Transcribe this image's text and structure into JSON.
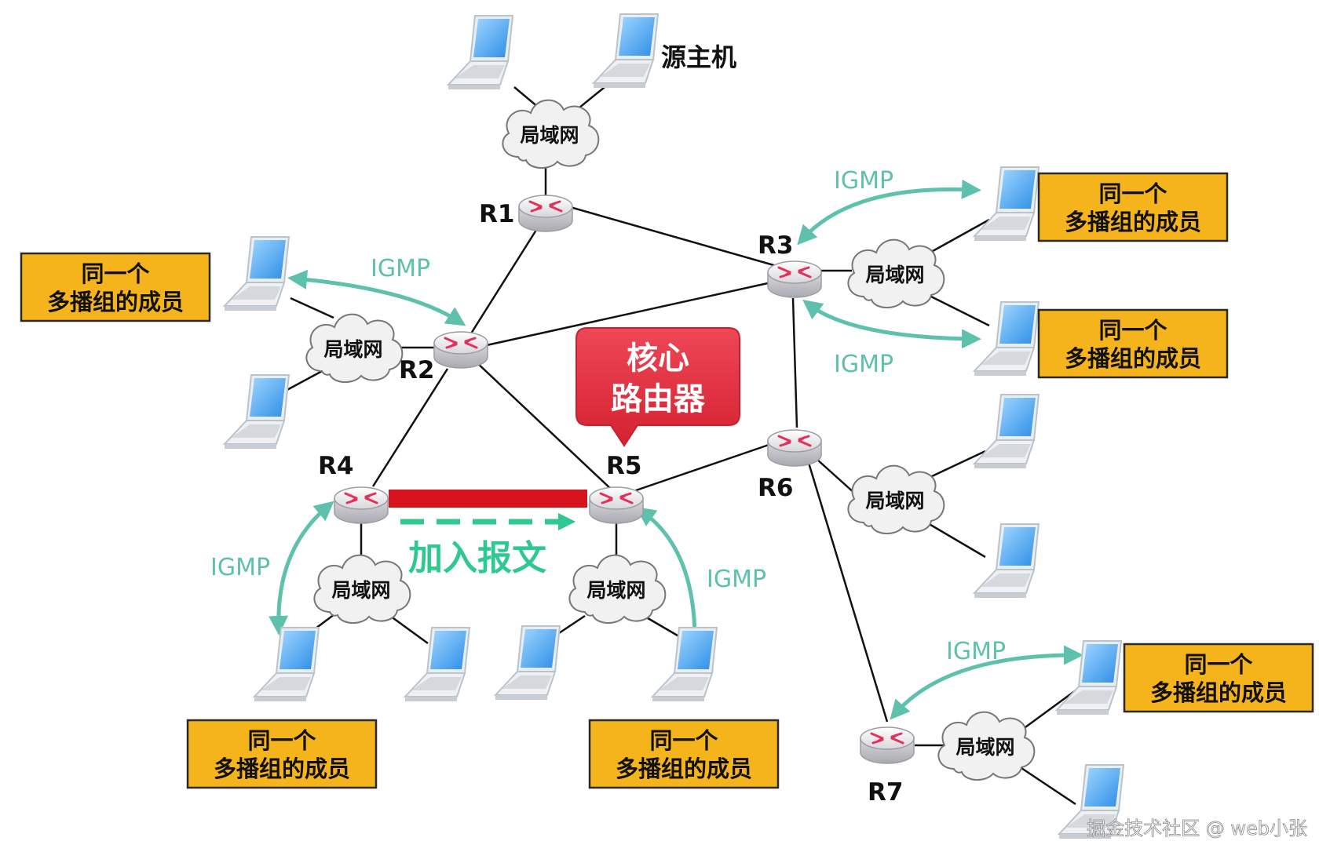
{
  "source_host_label": "源主机",
  "lan_label": "局域网",
  "igmp_label": "IGMP",
  "member_line1": "同一个",
  "member_line2": "多播组的成员",
  "core_router_line1": "核心",
  "core_router_line2": "路由器",
  "join_message": "加入报文",
  "watermark": "掘金技术社区 @ web小张",
  "routers": [
    "R1",
    "R2",
    "R3",
    "R4",
    "R5",
    "R6",
    "R7"
  ],
  "colors": {
    "member_box_fill": "#f5b31c",
    "igmp_arrow": "#5ec1ad",
    "join_arrow": "#2fc98f",
    "core_callout": "#e0303f",
    "highlight_link": "#d6131c"
  },
  "icons": [
    "laptop-icon",
    "router-icon",
    "cloud-icon"
  ]
}
